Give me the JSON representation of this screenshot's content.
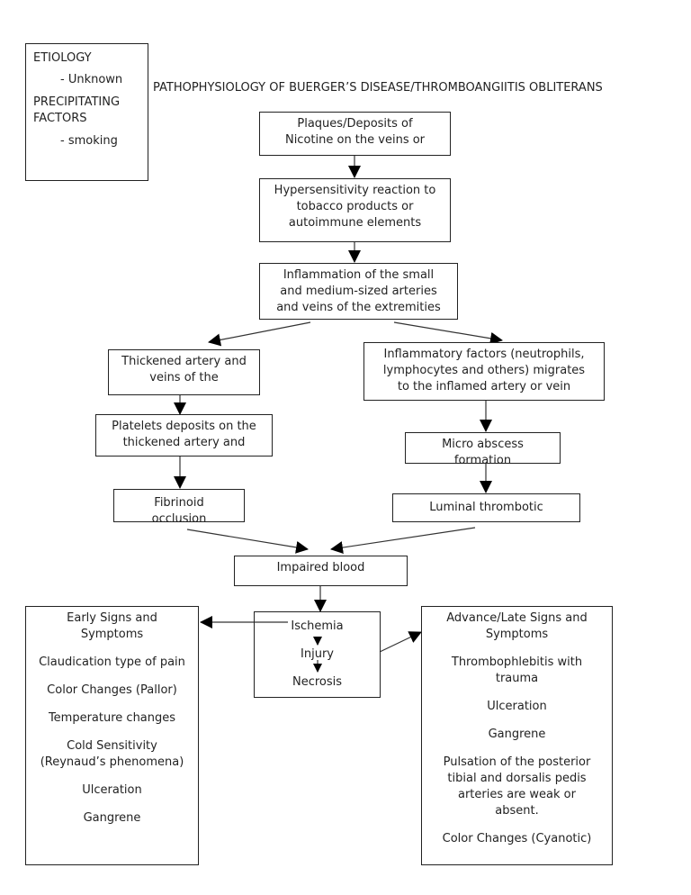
{
  "title": "PATHOPHYSIOLOGY OF BUERGER’S DISEASE/THROMBOANGIITIS OBLITERANS",
  "etiology": {
    "heading": "ETIOLOGY",
    "cause": "-   Unknown",
    "precip_heading_1": "PRECIPITATING",
    "precip_heading_2": "FACTORS",
    "precip": "-   smoking"
  },
  "nodes": {
    "plaques": [
      "Plaques/Deposits of",
      "Nicotine on the veins or"
    ],
    "hypersensitivity": [
      "Hypersensitivity reaction to",
      "tobacco products or",
      "autoimmune elements"
    ],
    "inflammation": [
      "Inflammation of the small",
      "and medium-sized arteries",
      "and veins of the extremities"
    ],
    "thickened": [
      "Thickened artery and",
      "veins of the"
    ],
    "inflammatory_factors": [
      "Inflammatory factors (neutrophils,",
      "lymphocytes and others) migrates",
      "to the inflamed artery or vein"
    ],
    "platelets": [
      "Platelets deposits on the",
      "thickened artery and"
    ],
    "micro_abscess": [
      "Micro abscess",
      "formation"
    ],
    "fibrinoid": [
      "Fibrinoid",
      "occlusion"
    ],
    "luminal": [
      "Luminal thrombotic"
    ],
    "impaired": [
      "Impaired blood"
    ],
    "outcome": [
      "Ischemia",
      "Injury",
      "Necrosis"
    ]
  },
  "early_signs": {
    "heading": "Early Signs and Symptoms",
    "items": [
      "Claudication type of pain",
      "Color Changes (Pallor)",
      "Temperature changes",
      "Cold Sensitivity (Reynaud’s phenomena)",
      "Ulceration",
      "Gangrene"
    ]
  },
  "late_signs": {
    "heading": "Advance/Late Signs and Symptoms",
    "items": [
      "Thrombophlebitis with trauma",
      "Ulceration",
      "Gangrene",
      "Pulsation of the posterior tibial and dorsalis pedis arteries are weak or absent.",
      "Color Changes (Cyanotic)"
    ]
  }
}
